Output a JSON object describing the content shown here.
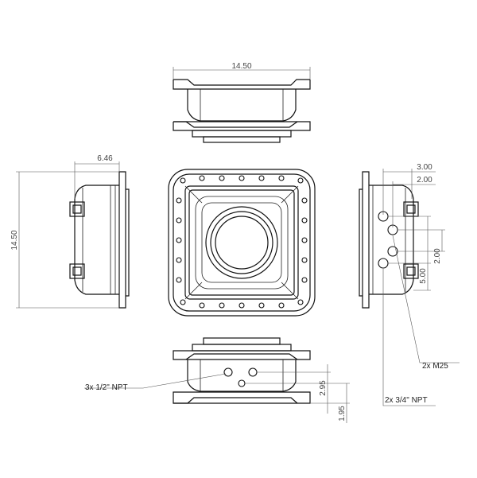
{
  "dimensions": {
    "top_width": "14.50",
    "left_width": "6.46",
    "left_height": "14.50",
    "right_a": "3.00",
    "right_b": "2.00",
    "right_c": "2.00",
    "right_d": "5.00",
    "bottom_a": "2.95",
    "bottom_b": "1.95"
  },
  "callouts": {
    "npt_half": "3x 1/2\" NPT",
    "m25": "2x M25",
    "npt_threequarter": "2x 3/4\" NPT"
  }
}
